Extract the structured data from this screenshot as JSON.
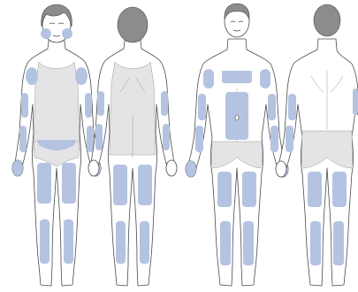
{
  "figures": [
    {
      "id": "female-front",
      "view": "front",
      "sex": "female"
    },
    {
      "id": "female-back",
      "view": "back",
      "sex": "female"
    },
    {
      "id": "male-front",
      "view": "front",
      "sex": "male"
    },
    {
      "id": "male-back",
      "view": "back",
      "sex": "male"
    }
  ],
  "colors": {
    "zone": "#b4c3e1",
    "garment": "#e4e4e6",
    "outline": "#4a4a4a",
    "hair": "#8c8c8c",
    "skin": "#ffffff"
  }
}
